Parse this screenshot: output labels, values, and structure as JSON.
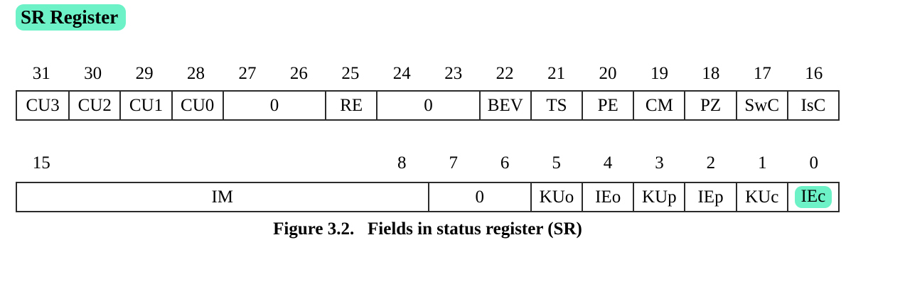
{
  "title": "SR Register",
  "figure_caption": "Figure 3.2.   Fields in status register (SR)",
  "colors": {
    "highlight": "#6cf2c6",
    "border": "#2b2b2b",
    "text": "#000000",
    "background": "#ffffff"
  },
  "register": {
    "name": "SR",
    "words": [
      {
        "name": "bits-31-16",
        "bit_numbers": [
          {
            "label": "31",
            "col": 1
          },
          {
            "label": "30",
            "col": 2
          },
          {
            "label": "29",
            "col": 3
          },
          {
            "label": "28",
            "col": 4
          },
          {
            "label": "27",
            "col": 5
          },
          {
            "label": "26",
            "col": 6
          },
          {
            "label": "25",
            "col": 7
          },
          {
            "label": "24",
            "col": 8
          },
          {
            "label": "23",
            "col": 9
          },
          {
            "label": "22",
            "col": 10
          },
          {
            "label": "21",
            "col": 11
          },
          {
            "label": "20",
            "col": 12
          },
          {
            "label": "19",
            "col": 13
          },
          {
            "label": "18",
            "col": 14
          },
          {
            "label": "17",
            "col": 15
          },
          {
            "label": "16",
            "col": 16
          }
        ],
        "fields": [
          {
            "label": "CU3",
            "span": 1
          },
          {
            "label": "CU2",
            "span": 1
          },
          {
            "label": "CU1",
            "span": 1
          },
          {
            "label": "CU0",
            "span": 1
          },
          {
            "label": "0",
            "span": 2
          },
          {
            "label": "RE",
            "span": 1
          },
          {
            "label": "0",
            "span": 2
          },
          {
            "label": "BEV",
            "span": 1
          },
          {
            "label": "TS",
            "span": 1
          },
          {
            "label": "PE",
            "span": 1
          },
          {
            "label": "CM",
            "span": 1
          },
          {
            "label": "PZ",
            "span": 1
          },
          {
            "label": "SwC",
            "span": 1
          },
          {
            "label": "IsC",
            "span": 1
          }
        ]
      },
      {
        "name": "bits-15-0",
        "bit_numbers": [
          {
            "label": "15",
            "col": 1
          },
          {
            "label": "8",
            "col": 8
          },
          {
            "label": "7",
            "col": 9
          },
          {
            "label": "6",
            "col": 10
          },
          {
            "label": "5",
            "col": 11
          },
          {
            "label": "4",
            "col": 12
          },
          {
            "label": "3",
            "col": 13
          },
          {
            "label": "2",
            "col": 14
          },
          {
            "label": "1",
            "col": 15
          },
          {
            "label": "0",
            "col": 16
          }
        ],
        "fields": [
          {
            "label": "IM",
            "span": 8
          },
          {
            "label": "0",
            "span": 2
          },
          {
            "label": "KUo",
            "span": 1
          },
          {
            "label": "IEo",
            "span": 1
          },
          {
            "label": "KUp",
            "span": 1
          },
          {
            "label": "IEp",
            "span": 1
          },
          {
            "label": "KUc",
            "span": 1
          },
          {
            "label": "IEc",
            "span": 1,
            "highlighted": true
          }
        ]
      }
    ]
  }
}
